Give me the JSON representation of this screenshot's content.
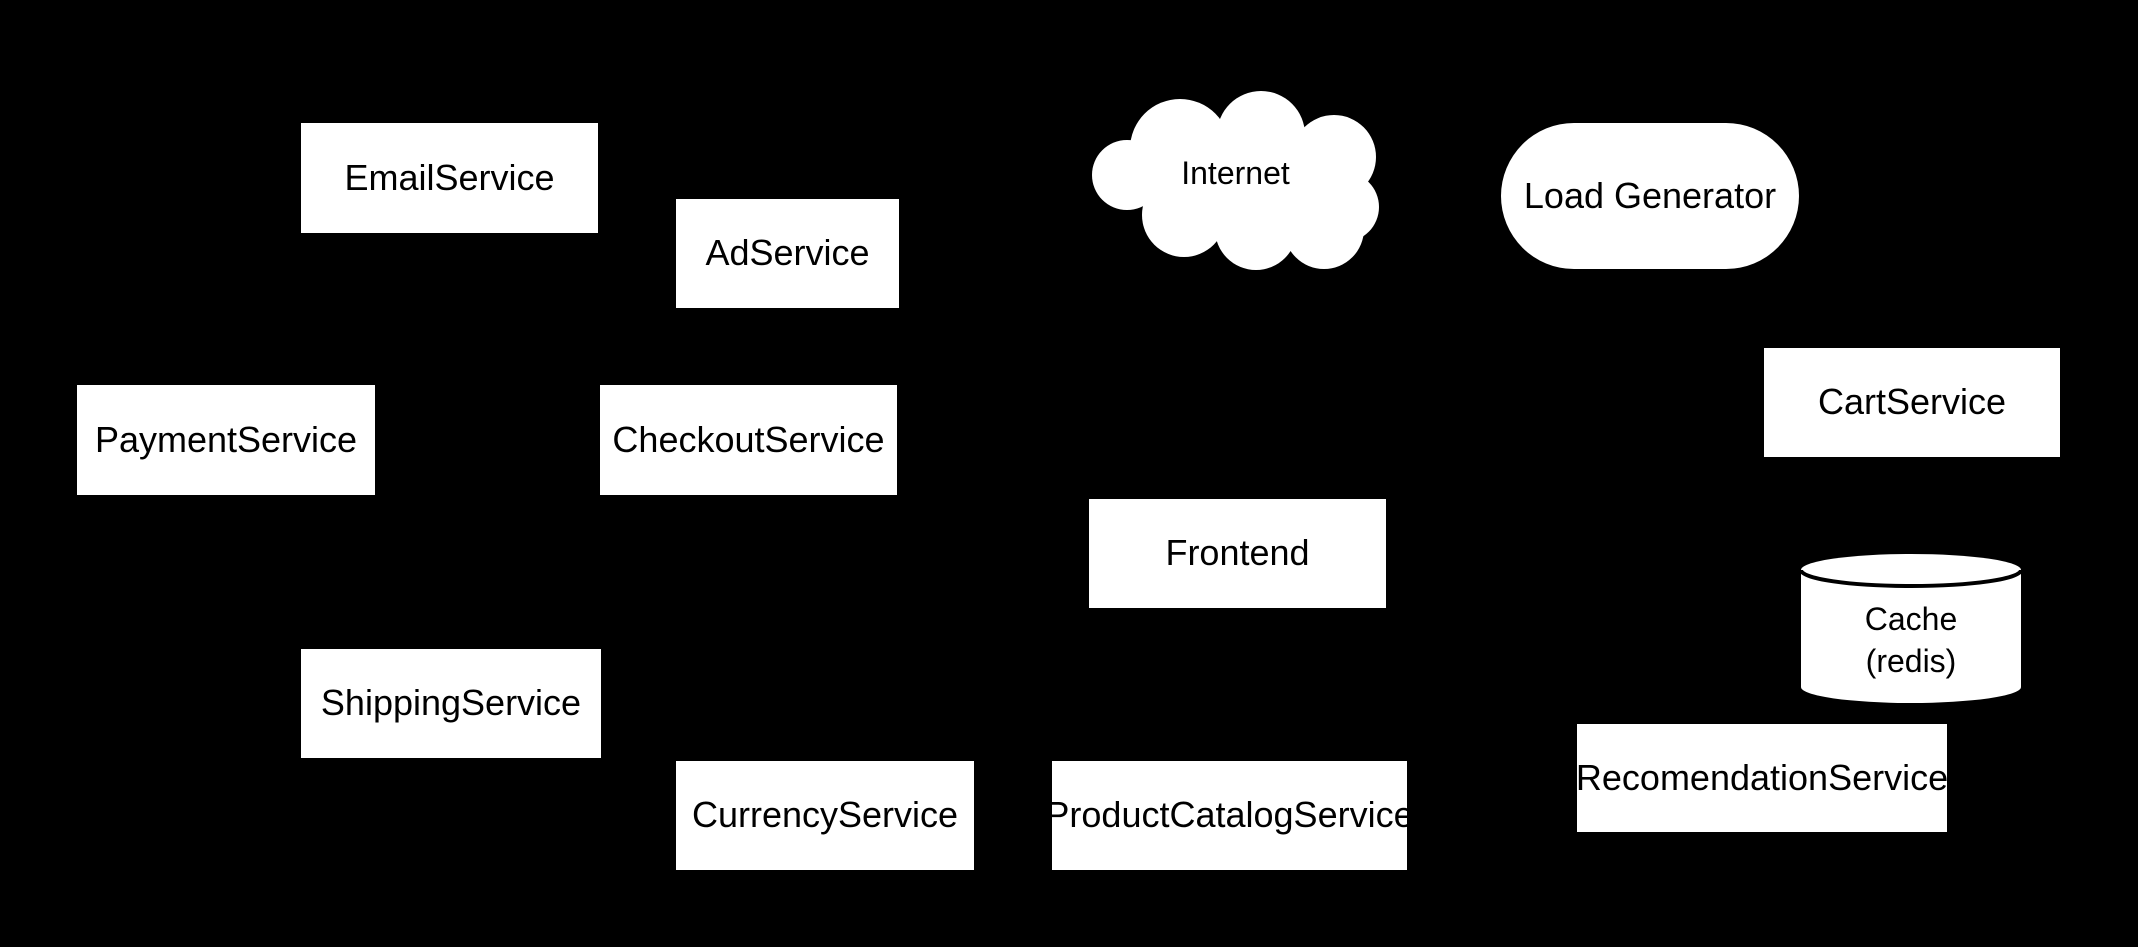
{
  "colors": {
    "background": "#000000",
    "node_fill": "#ffffff",
    "node_text": "#000000",
    "cylinder_stroke": "#000000"
  },
  "nodes": {
    "email_service": {
      "label": "EmailService",
      "shape": "rectangle"
    },
    "ad_service": {
      "label": "AdService",
      "shape": "rectangle"
    },
    "internet": {
      "label": "Internet",
      "shape": "cloud"
    },
    "load_generator": {
      "label": "Load Generator",
      "shape": "rounded"
    },
    "payment_service": {
      "label": "PaymentService",
      "shape": "rectangle"
    },
    "checkout_service": {
      "label": "CheckoutService",
      "shape": "rectangle"
    },
    "cart_service": {
      "label": "CartService",
      "shape": "rectangle"
    },
    "frontend": {
      "label": "Frontend",
      "shape": "rectangle"
    },
    "cache": {
      "label_line1": "Cache",
      "label_line2": "(redis)",
      "shape": "cylinder"
    },
    "shipping_service": {
      "label": "ShippingService",
      "shape": "rectangle"
    },
    "recomendation_service": {
      "label": "RecomendationService",
      "shape": "rectangle"
    },
    "currency_service": {
      "label": "CurrencyService",
      "shape": "rectangle"
    },
    "product_catalog_service": {
      "label": "ProductCatalogService",
      "shape": "rectangle"
    }
  }
}
